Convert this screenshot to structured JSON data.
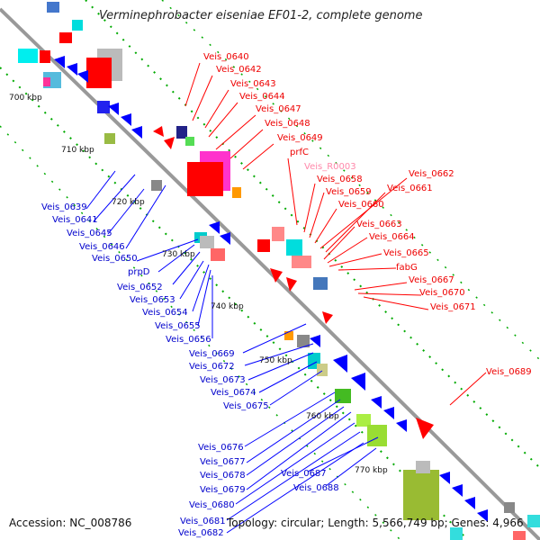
{
  "title": "Verminephrobacter eiseniae EF01-2, complete genome",
  "accession": "Accession: NC_008786",
  "topology": "Topology: circular; Length: 5,566,749 bp; Genes: 4,966",
  "scale_labels": [
    "700 kbp",
    "710 kbp",
    "720 kbp",
    "730 kbp",
    "740 kbp",
    "750 kbp",
    "760 kbp",
    "770 kbp"
  ],
  "genes_red": [
    "Veis_0640",
    "Veis_0642",
    "Veis_0643",
    "Veis_0644",
    "Veis_0647",
    "Veis_0648",
    "Veis_0649",
    "prfC",
    "Veis_R0003",
    "Veis_0658",
    "Veis_0659",
    "Veis_0660",
    "Veis_0662",
    "Veis_0661",
    "Veis_0663",
    "Veis_0664",
    "Veis_0665",
    "fabG",
    "Veis_0667",
    "Veis_0670",
    "Veis_0671",
    "Veis_0689"
  ],
  "genes_blue": [
    "Veis_0639",
    "Veis_0641",
    "Veis_0645",
    "Veis_0646",
    "Veis_0650",
    "prpD",
    "Veis_0652",
    "Veis_0653",
    "Veis_0654",
    "Veis_0655",
    "Veis_0656",
    "Veis_0669",
    "Veis_0672",
    "Veis_0673",
    "Veis_0674",
    "Veis_0675",
    "Veis_0676",
    "Veis_0677",
    "Veis_0678",
    "Veis_0679",
    "Veis_0680",
    "Veis_0681",
    "Veis_0682",
    "Veis_0687",
    "Veis_0688"
  ],
  "colors": {
    "forward_strand": "#ff0000",
    "reverse_strand": "#0000ff",
    "rna": "#ff88aa",
    "backbone": "#999999",
    "tick": "#00aa00"
  }
}
